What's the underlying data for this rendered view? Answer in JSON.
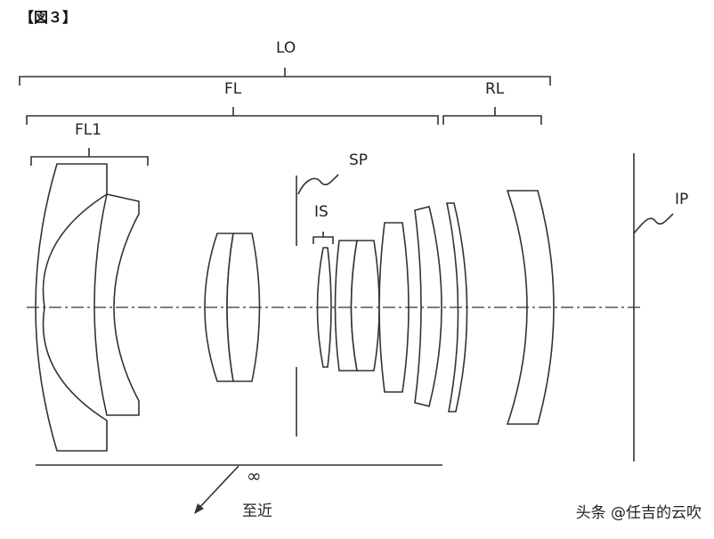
{
  "figure": {
    "title": "【図３】",
    "labels": {
      "lo": "LO",
      "fl": "FL",
      "rl": "RL",
      "fl1": "FL1",
      "sp": "SP",
      "is": "IS",
      "ip": "IP",
      "infinity": "∞",
      "near": "至近"
    },
    "watermark": "头条 @任吉的云吹"
  }
}
